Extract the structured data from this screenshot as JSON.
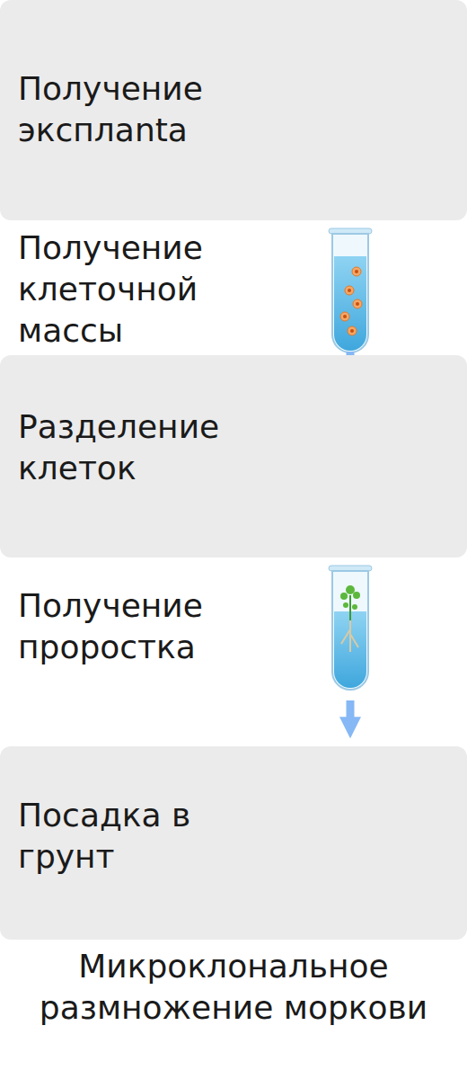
{
  "diagram": {
    "caption": "Микроклональное размножение моркови",
    "nodes": [
      {
        "text": [
          "Получение эксплanta"
        ]
      },
      {
        "text": [
          "Получение клеточной массы"
        ]
      },
      {
        "text": [
          "Разделение клеток"
        ]
      },
      {
        "text": [
          "Получение проростка"
        ]
      },
      {
        "text": [
          "Посадка в грунт"
        ]
      }
    ],
    "edges": [
      {
        "from": 0,
        "to": 1,
        "arrow": "to"
      },
      {
        "from": 1,
        "to": 2,
        "arrow": "to"
      },
      {
        "from": 2,
        "to": 3,
        "arrow": "to"
      },
      {
        "from": 3,
        "to": 4,
        "arrow": "to"
      }
    ]
  }
}
